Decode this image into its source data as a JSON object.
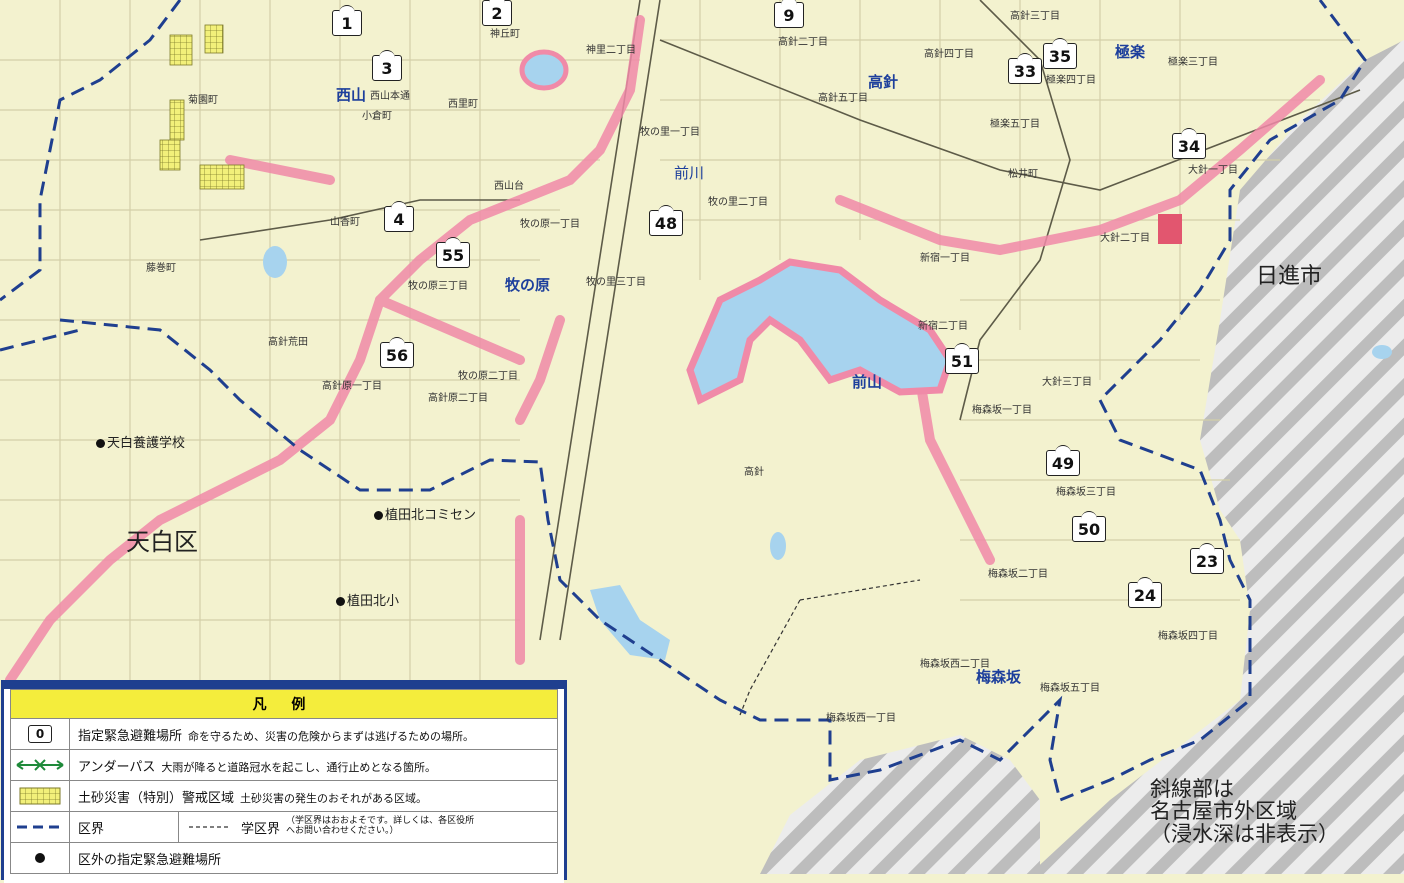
{
  "areas": [
    {
      "id": "nishiyama",
      "text": "西山"
    },
    {
      "id": "makinohara",
      "text": "牧の原"
    },
    {
      "id": "takabari",
      "text": "高針"
    },
    {
      "id": "gokuraku",
      "text": "極楽"
    },
    {
      "id": "maeyama",
      "text": "前山"
    },
    {
      "id": "umemorizaka",
      "text": "梅森坂"
    }
  ],
  "river": "前川",
  "wards": {
    "tenpaku": "天白区",
    "nisshin": "日進市"
  },
  "streets": [
    {
      "id": "kamioka",
      "text": "神丘町"
    },
    {
      "id": "kamiriku2",
      "text": "神里二丁目"
    },
    {
      "id": "nishiyama_t",
      "text": "西山本通"
    },
    {
      "id": "nishizato",
      "text": "西里町"
    },
    {
      "id": "ogura",
      "text": "小倉町"
    },
    {
      "id": "kiku",
      "text": "菊園町"
    },
    {
      "id": "nishiyamadai",
      "text": "西山台"
    },
    {
      "id": "makinosato1",
      "text": "牧の里一丁目"
    },
    {
      "id": "makinosato2",
      "text": "牧の里二丁目"
    },
    {
      "id": "makinosato3",
      "text": "牧の里三丁目"
    },
    {
      "id": "makinohara1",
      "text": "牧の原一丁目"
    },
    {
      "id": "makinohara2",
      "text": "牧の原二丁目"
    },
    {
      "id": "makinohara3",
      "text": "牧の原三丁目"
    },
    {
      "id": "yamakoucho",
      "text": "山香町"
    },
    {
      "id": "fujimaki",
      "text": "藤巻町"
    },
    {
      "id": "takabariarata",
      "text": "高針荒田"
    },
    {
      "id": "takabarihara1",
      "text": "高針原一丁目"
    },
    {
      "id": "takabarihara2",
      "text": "高針原二丁目"
    },
    {
      "id": "takabari2",
      "text": "高針二丁目"
    },
    {
      "id": "takabari3",
      "text": "高針三丁目"
    },
    {
      "id": "takabari4",
      "text": "高針四丁目"
    },
    {
      "id": "takabari5",
      "text": "高針五丁目"
    },
    {
      "id": "gokuraku3",
      "text": "極楽三丁目"
    },
    {
      "id": "gokuraku4",
      "text": "極楽四丁目"
    },
    {
      "id": "gokuraku5",
      "text": "極楽五丁目"
    },
    {
      "id": "matsui",
      "text": "松井町"
    },
    {
      "id": "obari1",
      "text": "大針一丁目"
    },
    {
      "id": "obari2",
      "text": "大針二丁目"
    },
    {
      "id": "obari3",
      "text": "大針三丁目"
    },
    {
      "id": "shinju1",
      "text": "新宿一丁目"
    },
    {
      "id": "shinju2",
      "text": "新宿二丁目"
    },
    {
      "id": "umemorizaka1",
      "text": "梅森坂一丁目"
    },
    {
      "id": "umemorizaka2",
      "text": "梅森坂二丁目"
    },
    {
      "id": "umemorizaka3",
      "text": "梅森坂三丁目"
    },
    {
      "id": "umemorizaka4",
      "text": "梅森坂四丁目"
    },
    {
      "id": "umemorizaka5",
      "text": "梅森坂五丁目"
    },
    {
      "id": "umemorizakanishi1",
      "text": "梅森坂西一丁目"
    },
    {
      "id": "umemorizakanishi2",
      "text": "梅森坂西二丁目"
    },
    {
      "id": "takabari_park",
      "text": "高針"
    }
  ],
  "shelters": [
    "1",
    "2",
    "3",
    "9",
    "33",
    "35",
    "34",
    "4",
    "48",
    "55",
    "56",
    "51",
    "49",
    "50",
    "23",
    "24"
  ],
  "points": [
    {
      "id": "tenpaku_school",
      "text": "天白養護学校"
    },
    {
      "id": "uedakita_comisen",
      "text": "植田北コミセン"
    },
    {
      "id": "uedakita_sho",
      "text": "植田北小"
    }
  ],
  "note": [
    "斜線部は",
    "名古屋市外区域",
    "（浸水深は非表示）"
  ],
  "legend": {
    "title": "凡 例",
    "shelter_symbol": "0",
    "shelter_label": "指定緊急避難場所",
    "shelter_desc": "命を守るため、災害の危険からまずは逃げるための場所。",
    "underpass_label": "アンダーパス",
    "underpass_desc": "大雨が降ると道路冠水を起こし、通行止めとなる箇所。",
    "landslide_label": "土砂災害（特別）警戒区域",
    "landslide_desc": "土砂災害の発生のおそれがある区域。",
    "ward_border_label": "区界",
    "school_border_label": "学区界",
    "school_border_desc": "（学区界はおおよそです。詳しくは、各区役所へお問い合わせください。）",
    "outside_label": "区外の指定緊急避難場所"
  },
  "colors": {
    "land": "#f3f2cf",
    "water": "#a7d3ee",
    "flood": "#f08aa8",
    "boundary": "#1f3f8f",
    "legend_title": "#f4ed3c"
  }
}
